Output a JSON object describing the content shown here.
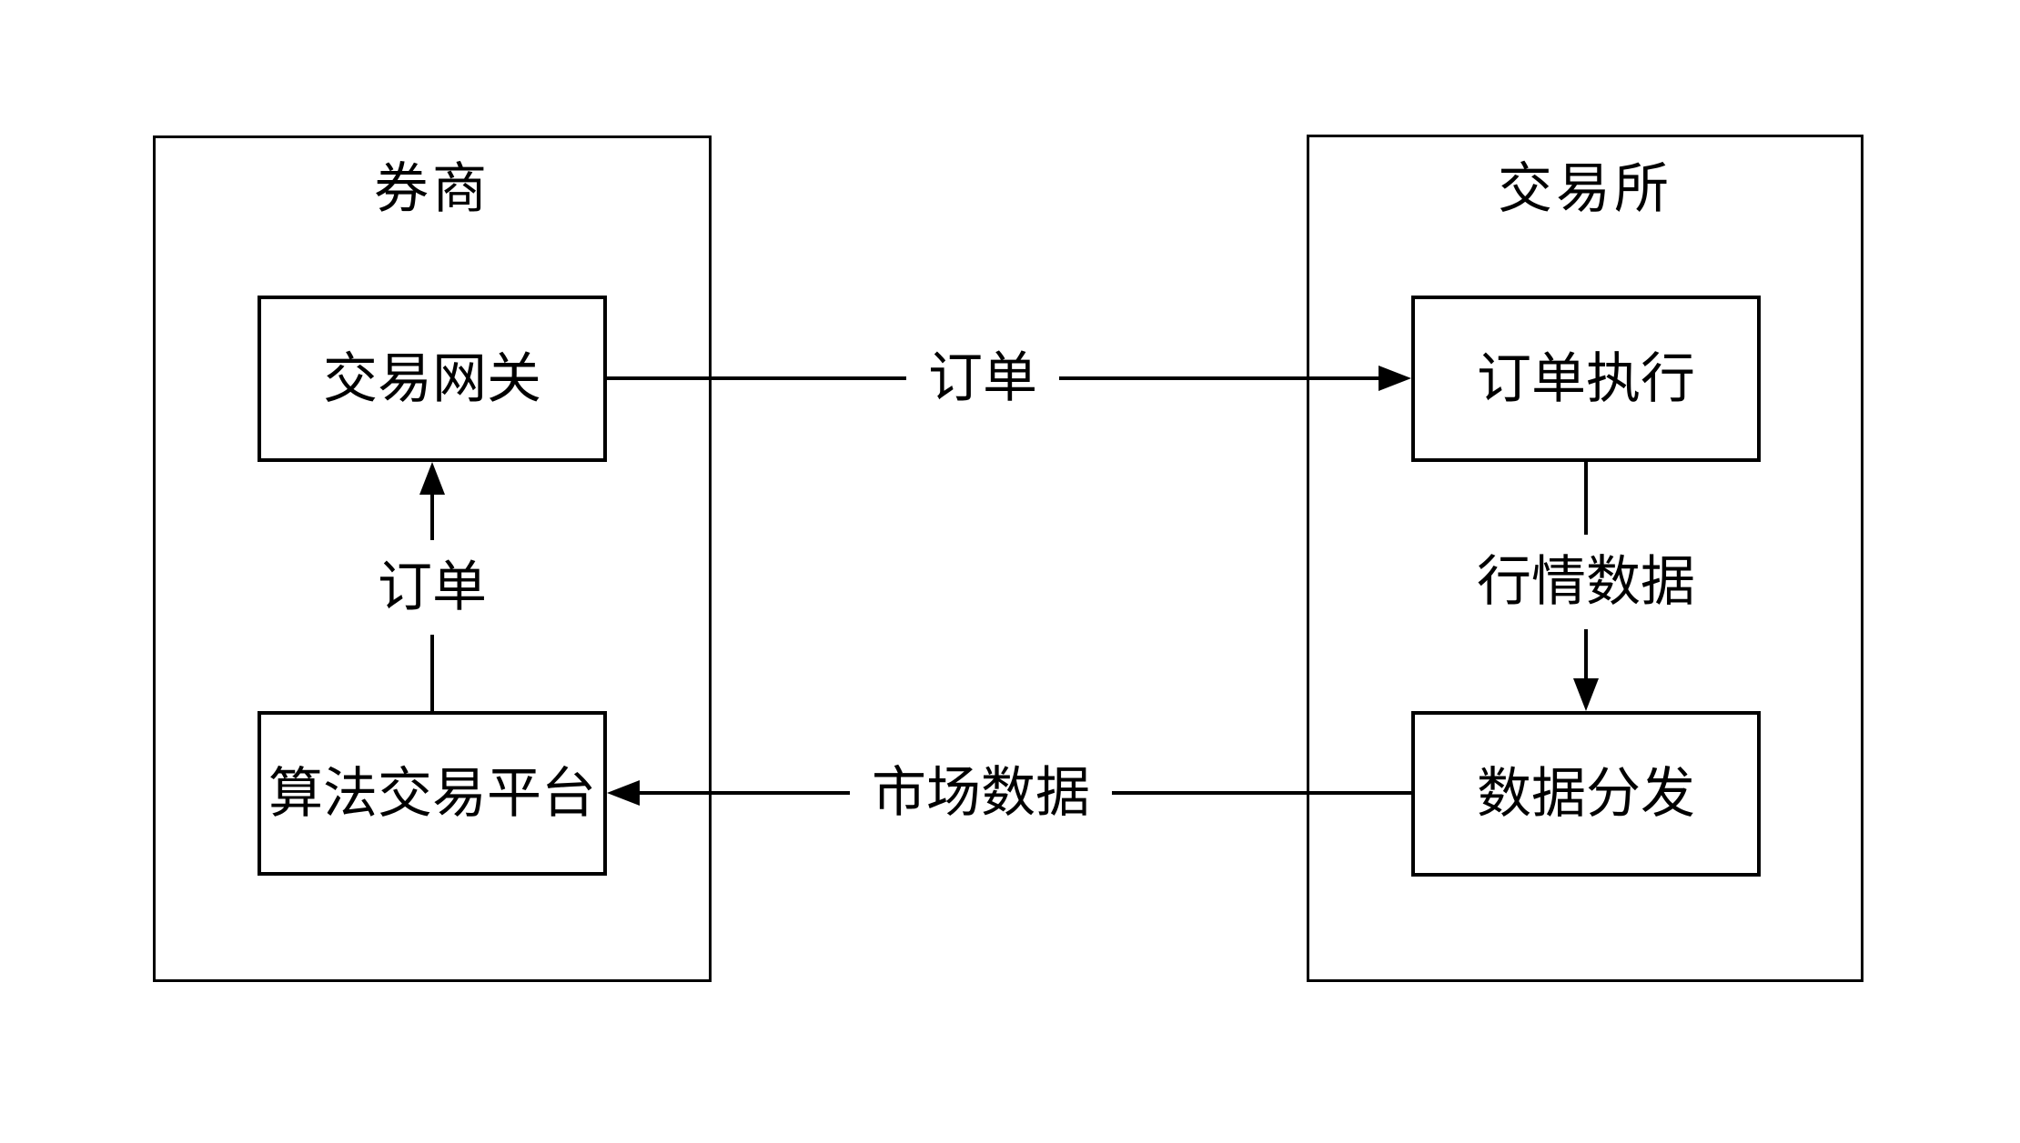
{
  "broker": {
    "title": "券商",
    "gateway": "交易网关",
    "algo_platform": "算法交易平台"
  },
  "exchange": {
    "title": "交易所",
    "order_execution": "订单执行",
    "data_distribution": "数据分发"
  },
  "edges": {
    "algo_to_gateway": "订单",
    "gateway_to_exec": "订单",
    "exec_to_dist": "行情数据",
    "dist_to_algo": "市场数据"
  },
  "colors": {
    "ink": "#000000",
    "background": "#ffffff"
  }
}
